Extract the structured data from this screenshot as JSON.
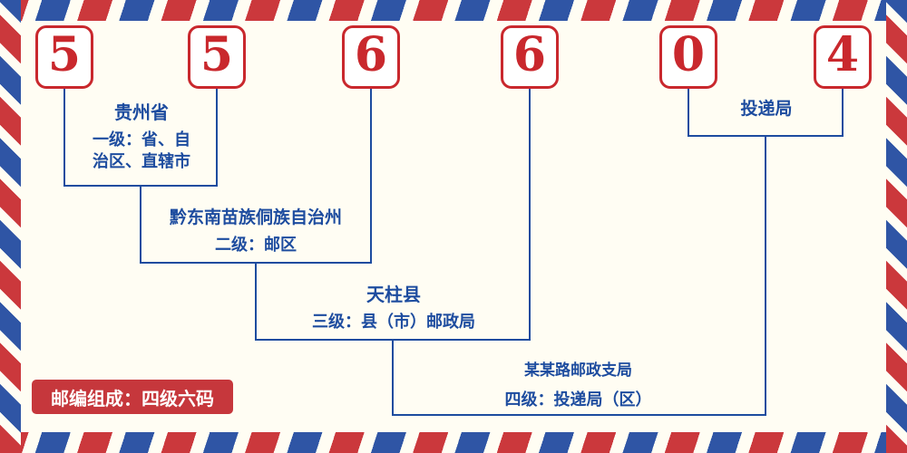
{
  "postal_code": "556604",
  "digits": [
    "5",
    "5",
    "6",
    "6",
    "0",
    "4"
  ],
  "labels": {
    "level1": {
      "name": "贵州省",
      "desc_lines": [
        "一级：省、自",
        "治区、直辖市"
      ]
    },
    "level2": {
      "name": "黔东南苗族侗族自治州",
      "desc": "二级：邮区"
    },
    "level3": {
      "name": "天柱县",
      "desc": "三级：县（市）邮政局"
    },
    "level4": {
      "name": "某某路邮政支局",
      "desc": "四级：投递局（区）"
    },
    "delivery": {
      "name": "投递局"
    }
  },
  "footer": {
    "composition": "邮编组成：四级六码"
  },
  "colors": {
    "digit_red": "#c9282d",
    "stripe_red": "#cb383c",
    "stripe_blue": "#2f55a5",
    "line_blue": "#1d4c9f",
    "badge_red": "#c6373c",
    "background": "#fffdf3"
  }
}
